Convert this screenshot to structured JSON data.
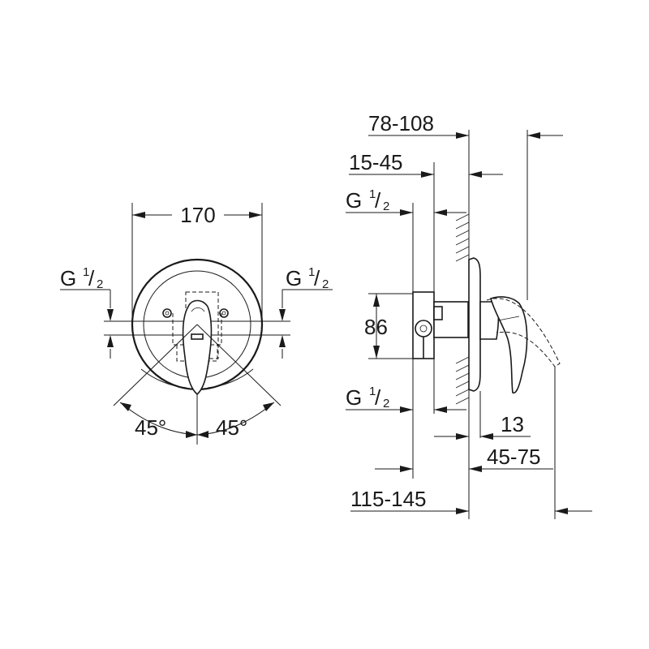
{
  "front_view": {
    "width_dim": "170",
    "thread_left": {
      "g": "G",
      "num": "1",
      "den": "2"
    },
    "thread_right": {
      "g": "G",
      "num": "1",
      "den": "2"
    },
    "angle_left": "45°",
    "angle_right": "45°"
  },
  "side_view": {
    "dim_78_108": "78-108",
    "dim_15_45": "15-45",
    "thread_top": {
      "g": "G",
      "num": "1",
      "den": "2"
    },
    "dim_86": "86",
    "thread_bottom": {
      "g": "G",
      "num": "1",
      "den": "2"
    },
    "dim_13": "13",
    "dim_45_75": "45-75",
    "dim_115_145": "115-145"
  }
}
